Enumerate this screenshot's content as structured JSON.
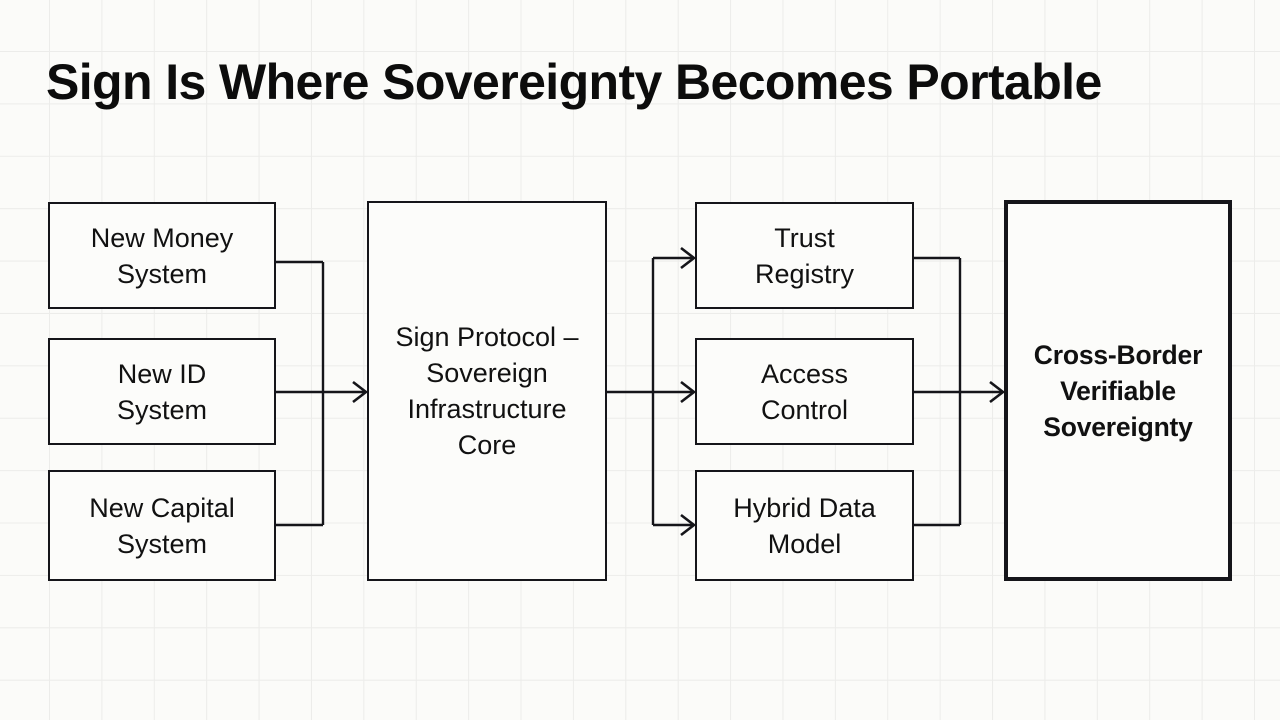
{
  "slide": {
    "title": "Sign Is Where Sovereignty Becomes Portable",
    "background_color": "#fbfbf9",
    "grid_line_color": "#ececea",
    "stroke_color": "#15151a",
    "text_color": "#111111"
  },
  "diagram": {
    "type": "flow-diagram",
    "direction": "left-to-right",
    "inputs": [
      {
        "id": "new-money-system",
        "label": "New Money\nSystem"
      },
      {
        "id": "new-id-system",
        "label": "New ID\nSystem"
      },
      {
        "id": "new-capital-system",
        "label": "New Capital\nSystem"
      }
    ],
    "core": {
      "id": "sign-protocol-core",
      "label": "Sign Protocol –\nSovereign\nInfrastructure\nCore"
    },
    "capabilities": [
      {
        "id": "trust-registry",
        "label": "Trust\nRegistry"
      },
      {
        "id": "access-control",
        "label": "Access\nControl"
      },
      {
        "id": "hybrid-data-model",
        "label": "Hybrid Data\nModel"
      }
    ],
    "outcome": {
      "id": "cross-border-verifiable-sovereignty",
      "label": "Cross-Border\nVerifiable\nSovereignty",
      "emphasis": true
    },
    "edges": [
      {
        "from": "new-money-system",
        "to": "sign-protocol-core",
        "style": "orthogonal-merge"
      },
      {
        "from": "new-id-system",
        "to": "sign-protocol-core",
        "style": "orthogonal-merge"
      },
      {
        "from": "new-capital-system",
        "to": "sign-protocol-core",
        "style": "orthogonal-merge"
      },
      {
        "from": "sign-protocol-core",
        "to": "trust-registry",
        "style": "orthogonal-split"
      },
      {
        "from": "sign-protocol-core",
        "to": "access-control",
        "style": "orthogonal-split"
      },
      {
        "from": "sign-protocol-core",
        "to": "hybrid-data-model",
        "style": "orthogonal-split"
      },
      {
        "from": "trust-registry",
        "to": "cross-border-verifiable-sovereignty",
        "style": "orthogonal-merge"
      },
      {
        "from": "access-control",
        "to": "cross-border-verifiable-sovereignty",
        "style": "orthogonal-merge"
      },
      {
        "from": "hybrid-data-model",
        "to": "cross-border-verifiable-sovereignty",
        "style": "orthogonal-merge"
      }
    ]
  }
}
